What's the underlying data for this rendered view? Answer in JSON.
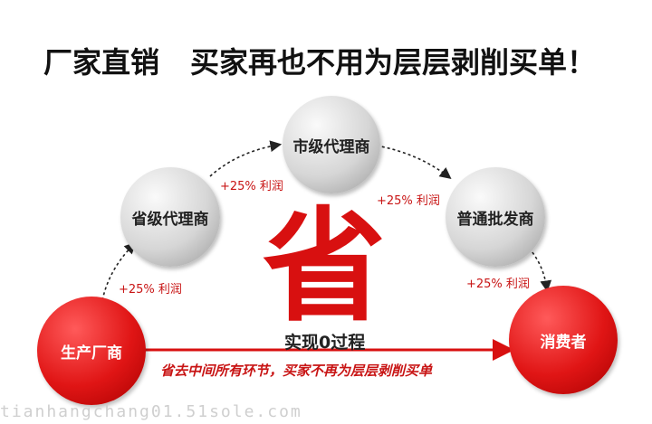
{
  "title": {
    "part1": "厂家直销",
    "part2": "买家再也不用为层层剥削买单！"
  },
  "nodes": {
    "manufacturer": "生产厂商",
    "provincial": "省级代理商",
    "city": "市级代理商",
    "wholesaler": "普通批发商",
    "consumer": "消费者"
  },
  "profits": {
    "p1": "+25% 利润",
    "p2": "+25% 利润",
    "p3": "+25% 利润",
    "p4": "+25% 利润"
  },
  "center": {
    "big_char": "省",
    "subtitle": "实现0过程"
  },
  "slogan": "省去中间所有环节，买家不再为层层剥削买单",
  "watermark": "tianhangchang01.51sole.com",
  "colors": {
    "accent": "#d81010",
    "gray_node": "#cccccc"
  }
}
